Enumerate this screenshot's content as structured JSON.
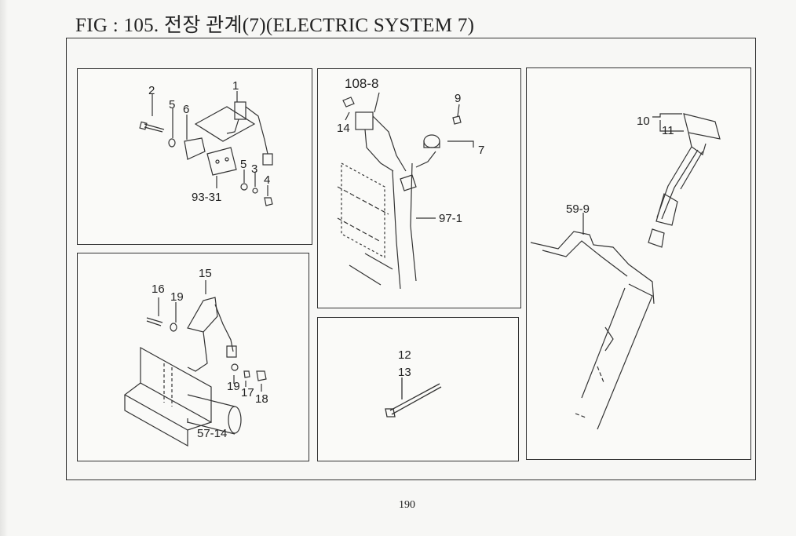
{
  "title": "FIG : 105. 전장 관계(7)(ELECTRIC SYSTEM 7)",
  "page_number": "190",
  "panels": {
    "p1": {
      "labels": [
        "1",
        "2",
        "5",
        "6",
        "93-31",
        "5",
        "3",
        "4"
      ]
    },
    "p2": {
      "labels": [
        "15",
        "16",
        "19",
        "19",
        "17",
        "18",
        "57-14"
      ]
    },
    "p3": {
      "labels": [
        "108-8",
        "9",
        "14",
        "7",
        "97-1"
      ]
    },
    "p4": {
      "labels": [
        "12",
        "13"
      ]
    },
    "p5": {
      "labels": [
        "10",
        "11",
        "59-9"
      ]
    }
  }
}
